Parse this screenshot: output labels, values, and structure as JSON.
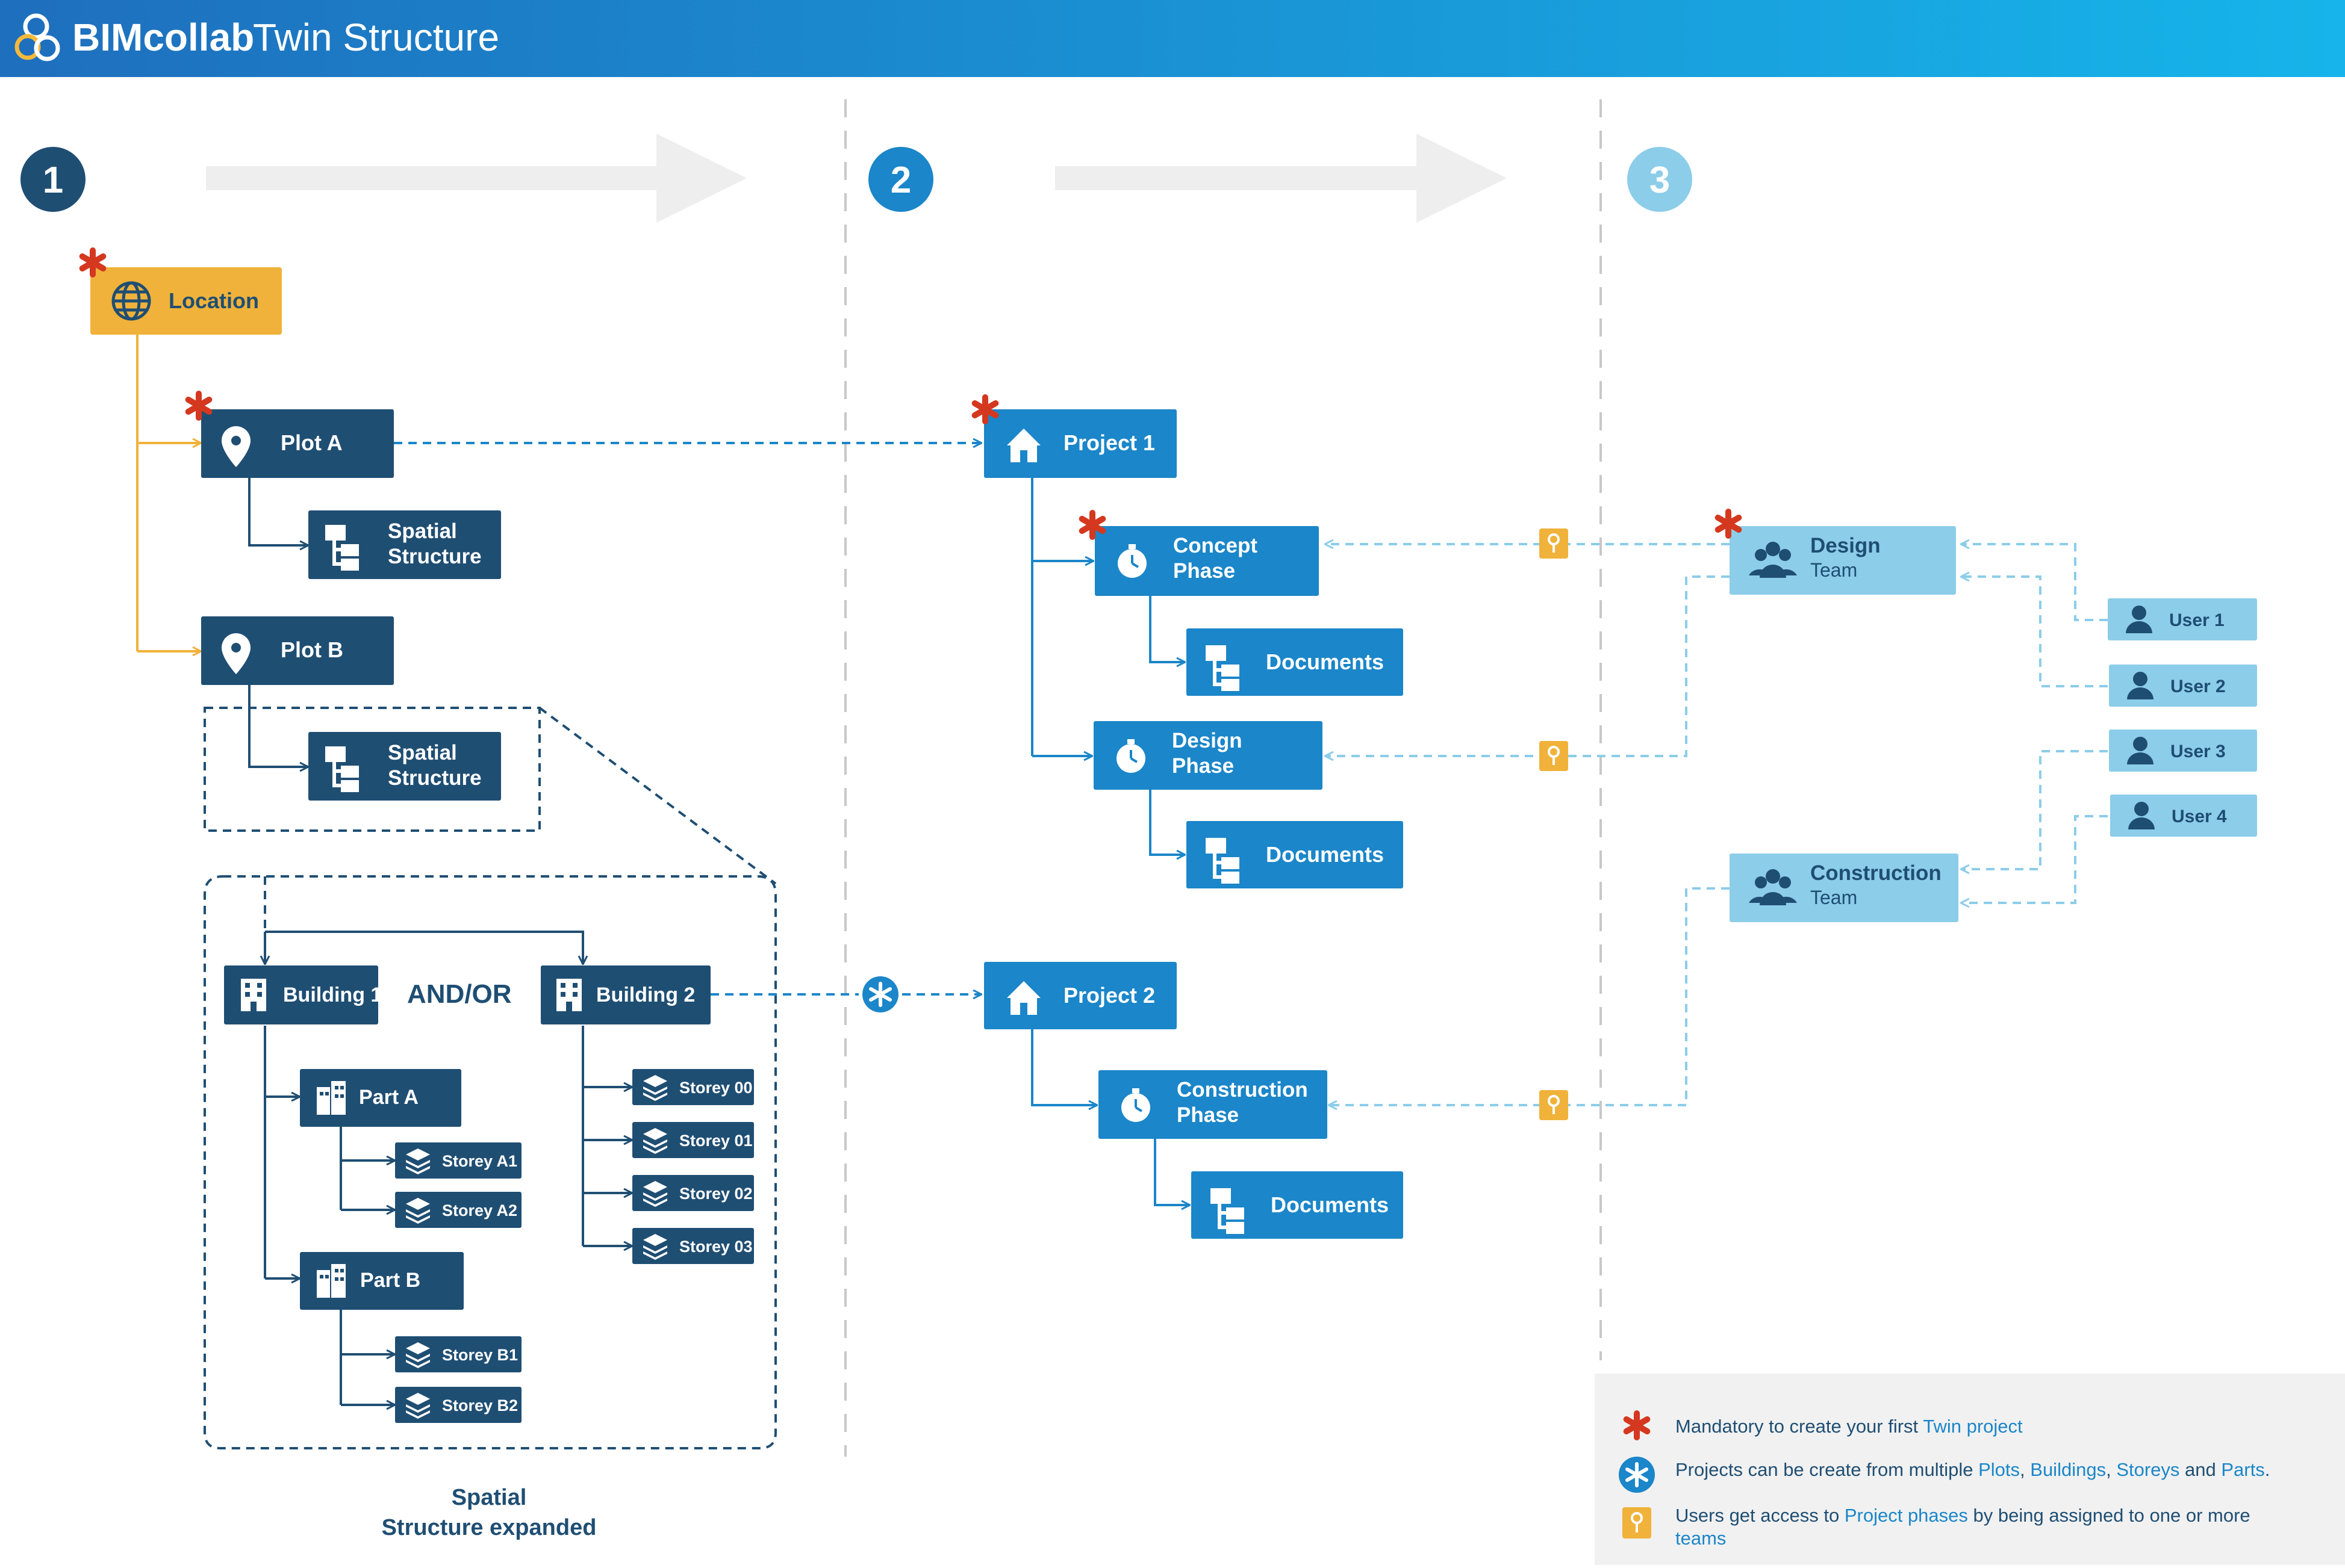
{
  "header": {
    "brand": "BIMcollab",
    "subtitle": "Twin Structure"
  },
  "colors": {
    "header_start": "#1e6fbd",
    "header_end": "#16b4ea",
    "dark_navy": "#1f4e73",
    "mid_blue": "#1b86c9",
    "light_blue": "#8ccde9",
    "location_yellow": "#f0b23a",
    "red_asterisk": "#d4381f",
    "arrow_gray": "#eeeeee",
    "legend_bg": "#f1f1f1",
    "link_blue": "#1b86c9"
  },
  "steps": [
    "1",
    "2",
    "3"
  ],
  "nodes": {
    "location": "Location",
    "plot_a": "Plot A",
    "plot_b": "Plot B",
    "spatial_a": [
      "Spatial",
      "Structure"
    ],
    "spatial_b": [
      "Spatial",
      "Structure"
    ],
    "building_1": "Building 1",
    "building_2": "Building 2",
    "and_or": "AND/OR",
    "part_a": "Part A",
    "part_b": "Part B",
    "storey_a1": "Storey A1",
    "storey_a2": "Storey A2",
    "storey_b1": "Storey B1",
    "storey_b2": "Storey B2",
    "storey_00": "Storey 00",
    "storey_01": "Storey 01",
    "storey_02": "Storey 02",
    "storey_03": "Storey 03",
    "spatial_expanded": [
      "Spatial",
      "Structure expanded"
    ],
    "project_1": "Project 1",
    "project_2": "Project 2",
    "concept_phase": [
      "Concept",
      "Phase"
    ],
    "design_phase": [
      "Design",
      "Phase"
    ],
    "construction_phase": [
      "Construction",
      "Phase"
    ],
    "documents": "Documents",
    "design_team": [
      "Design",
      "Team"
    ],
    "construction_team": [
      "Construction",
      "Team"
    ],
    "users": [
      "User 1",
      "User 2",
      "User 3",
      "User 4"
    ]
  },
  "legend": {
    "items": [
      {
        "icon": "red-asterisk-icon",
        "before": "Mandatory to create your first ",
        "links": [
          "Twin project"
        ],
        "joiners": [],
        "after": ""
      },
      {
        "icon": "blue-asterisk-icon",
        "before": "Projects can be create from multiple ",
        "links": [
          "Plots",
          "Buildings",
          "Storeys",
          "Parts"
        ],
        "joiners": [
          ", ",
          ", ",
          " and "
        ],
        "after": "."
      },
      {
        "icon": "key-icon",
        "before": "Users get access to ",
        "links": [
          "Project phases"
        ],
        "joiners": [],
        "after": " by being assigned to one or more",
        "line2": "teams"
      }
    ]
  }
}
